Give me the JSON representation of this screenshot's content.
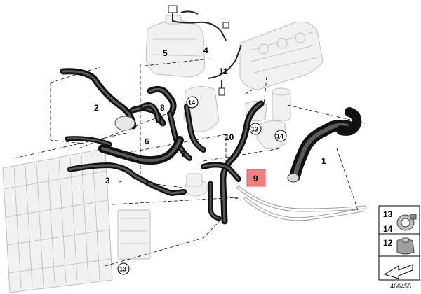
{
  "callouts": {
    "c1": "1",
    "c2": "2",
    "c3": "3",
    "c4": "4",
    "c5": "5",
    "c6": "6",
    "c7": "7",
    "c8": "8",
    "c9": "9",
    "c10": "10",
    "c11": "11",
    "c12": "12",
    "c13": "13",
    "c14": "14"
  },
  "circle_callouts": {
    "a": "14",
    "b": "12",
    "c": "14",
    "d": "13"
  },
  "legend": {
    "top_labels": [
      "13",
      "14"
    ],
    "bottom_label": "12"
  },
  "highlight_color": "#f08080",
  "diagram_id": "466455"
}
